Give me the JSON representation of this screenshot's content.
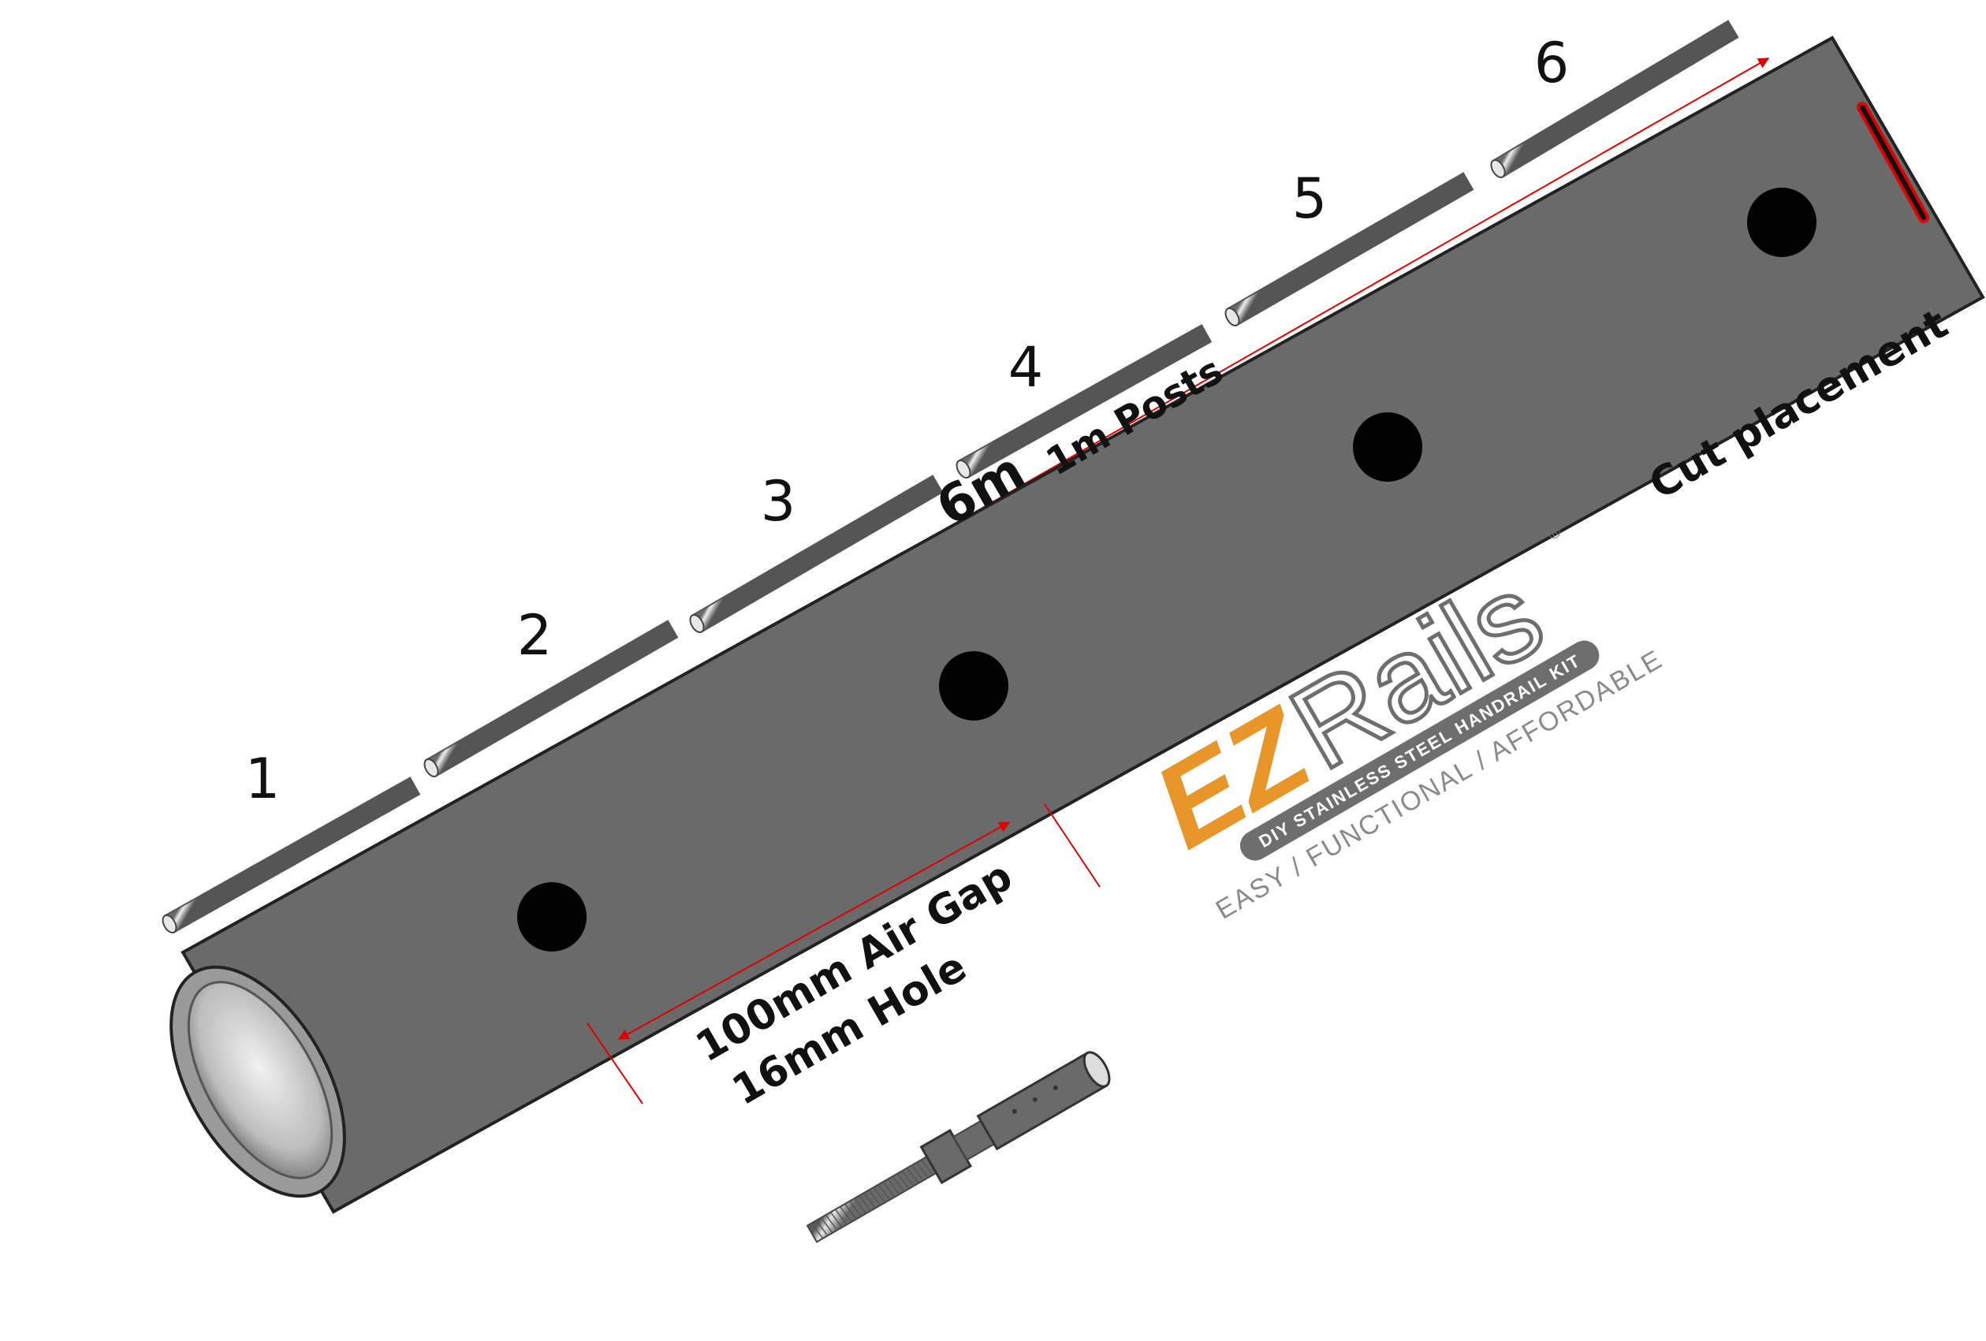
{
  "diagram": {
    "post_numbers": [
      "1",
      "2",
      "3",
      "4",
      "5",
      "6"
    ],
    "length_label": "6m",
    "posts_label": "1m Posts",
    "cut_label": "Cut placement",
    "air_gap_label": "100mm Air Gap",
    "hole_label": "16mm Hole",
    "hole_count": 4,
    "arrow_color": "#e00000",
    "cut_marker_color": "#e00000"
  },
  "logo": {
    "brand_ez": "EZ",
    "brand_rails": "Rails",
    "registered": "®",
    "banner": "DIY STAINLESS STEEL HANDRAIL KIT",
    "tagline": "EASY / FUNCTIONAL / AFFORDABLE",
    "ez_color": "#e8952a",
    "banner_color": "#6e6e6e"
  }
}
